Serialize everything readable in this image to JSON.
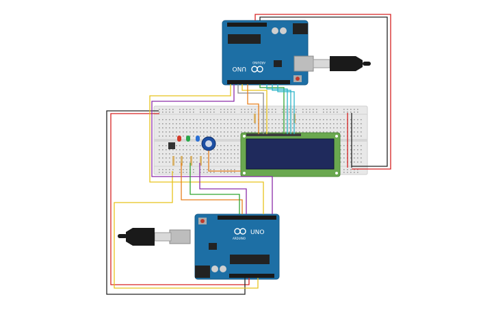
{
  "top_board": {
    "model_label": "UNO",
    "brand_label": "ARDUINO"
  },
  "bottom_board": {
    "model_label": "UNO",
    "brand_label": "ARDUINO"
  },
  "components": {
    "leds": [
      {
        "color": "#d43b2a"
      },
      {
        "color": "#2aa84a"
      },
      {
        "color": "#2a6fd4"
      }
    ],
    "lcd_backlight_color": "#1f2a5c",
    "lcd_pcb_color": "#6aa84f",
    "board_color": "#1d6fa5",
    "breadboard_color": "#e8e8e8"
  },
  "wire_colors": {
    "red": "#d62020",
    "black": "#222222",
    "yellow": "#e8c21a",
    "orange": "#e67e1a",
    "green": "#2fa32f",
    "purple": "#8a2aa8",
    "cyan": "#2ab3c8",
    "gray": "#888888"
  }
}
